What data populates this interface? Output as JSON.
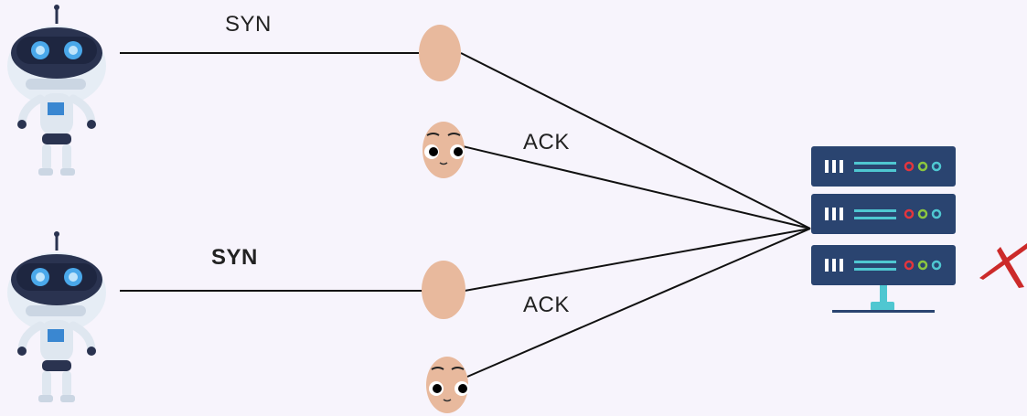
{
  "labels": {
    "syn_top": "SYN",
    "ack_top": "ACK",
    "syn_bottom": "SYN",
    "ack_bottom": "ACK"
  },
  "icons": {
    "robots": [
      "robot-icon",
      "robot-icon"
    ],
    "heads_plain": [
      "head-icon",
      "head-icon"
    ],
    "heads_face": [
      "face-icon",
      "face-icon"
    ],
    "server": "server-icon",
    "failure_mark": "x-mark-icon"
  },
  "colors": {
    "background": "#f7f4fc",
    "line": "#111111",
    "skin": "#e8b99d",
    "server_body": "#2a4470",
    "server_accent": "#4fc7d1",
    "led_red": "#e3353d",
    "led_green": "#8cc63f",
    "x_mark": "#cc2a2a"
  }
}
